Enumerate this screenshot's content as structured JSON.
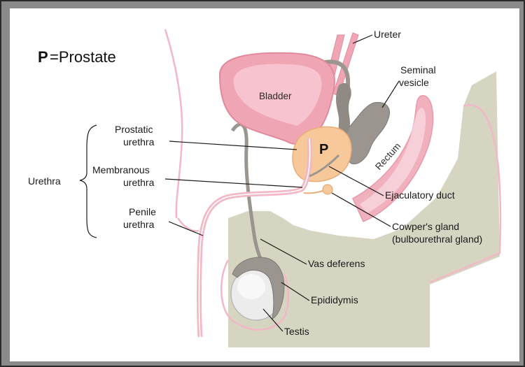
{
  "legend": {
    "p_letter": "P",
    "p_suffix": "=Prostate"
  },
  "group": {
    "label": "Urethra"
  },
  "labels": {
    "ureter": "Ureter",
    "seminal_vesicle": [
      "Seminal",
      "vesicle"
    ],
    "bladder": "Bladder",
    "prostate_mark": "P",
    "rectum": "Rectum",
    "prostatic_urethra": [
      "Prostatic",
      "urethra"
    ],
    "membranous_urethra": [
      "Membranous",
      "urethra"
    ],
    "penile_urethra": [
      "Penile",
      "urethra"
    ],
    "ejaculatory_duct": "Ejaculatory duct",
    "cowpers_gland": [
      "Cowper's gland",
      "(bulbourethral gland)"
    ],
    "vas_deferens": "Vas deferens",
    "epididymis": "Epididymis",
    "testis": "Testis"
  },
  "colors": {
    "skin_outline": "#f2b8c6",
    "bladder": "#f0a5b5",
    "prostate": "#f7c89a",
    "tissue": "#d6d5c2",
    "rectum": "#f1b0bd",
    "vessel": "#9a968f",
    "background": "#ffffff"
  }
}
